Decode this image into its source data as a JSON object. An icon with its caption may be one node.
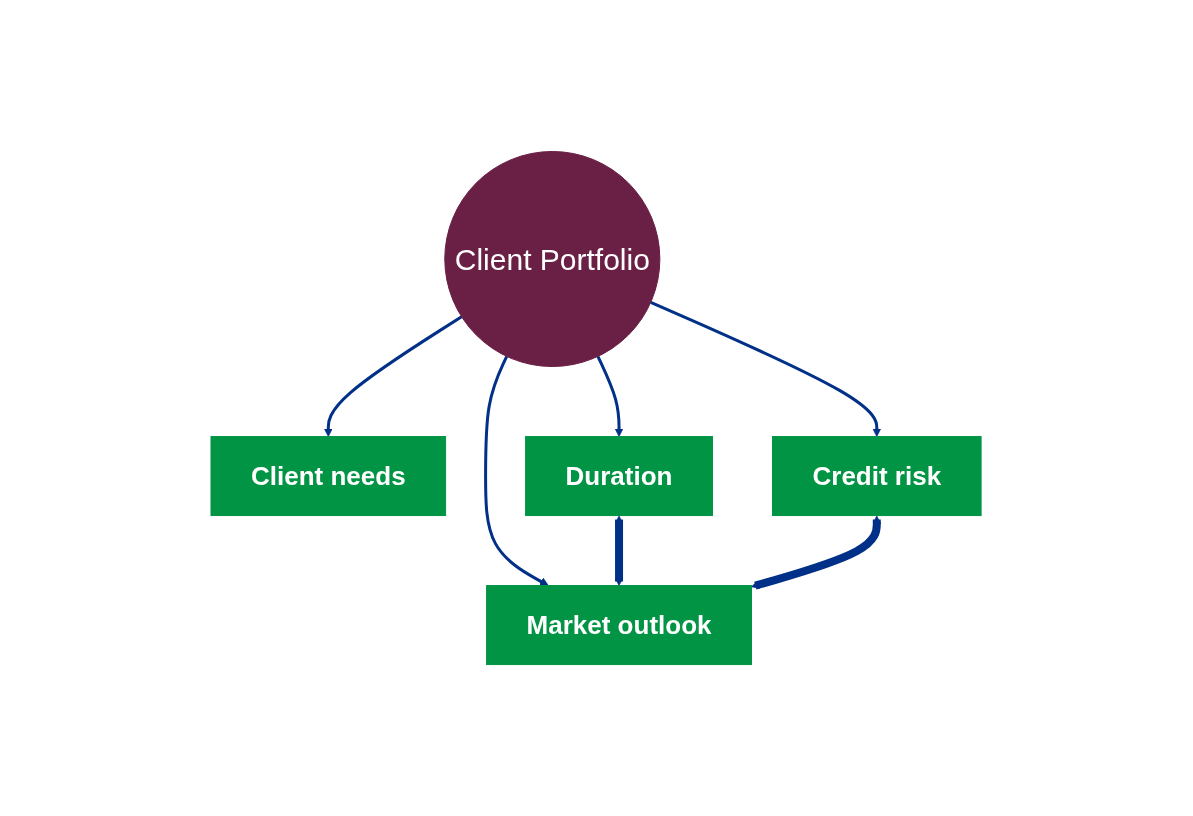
{
  "diagram": {
    "nodes": [
      {
        "text": [
          "Client needs"
        ]
      },
      {
        "text": [
          "Duration"
        ]
      },
      {
        "text": [
          "Client Portfolio"
        ]
      },
      {
        "text": [
          "Credit risk"
        ]
      },
      {
        "text": [
          "Market outlook"
        ]
      }
    ],
    "edges": [
      {
        "from": 2,
        "to": 0,
        "arrow": "to"
      },
      {
        "from": 2,
        "to": 1,
        "arrow": "to"
      },
      {
        "from": 2,
        "to": 3,
        "arrow": "to"
      },
      {
        "from": 2,
        "to": 4,
        "arrow": "to"
      },
      {
        "from": 1,
        "to": 4,
        "arrow": "both",
        "style": "thick"
      },
      {
        "from": 3,
        "to": 4,
        "arrow": "both",
        "style": "thick"
      }
    ]
  }
}
